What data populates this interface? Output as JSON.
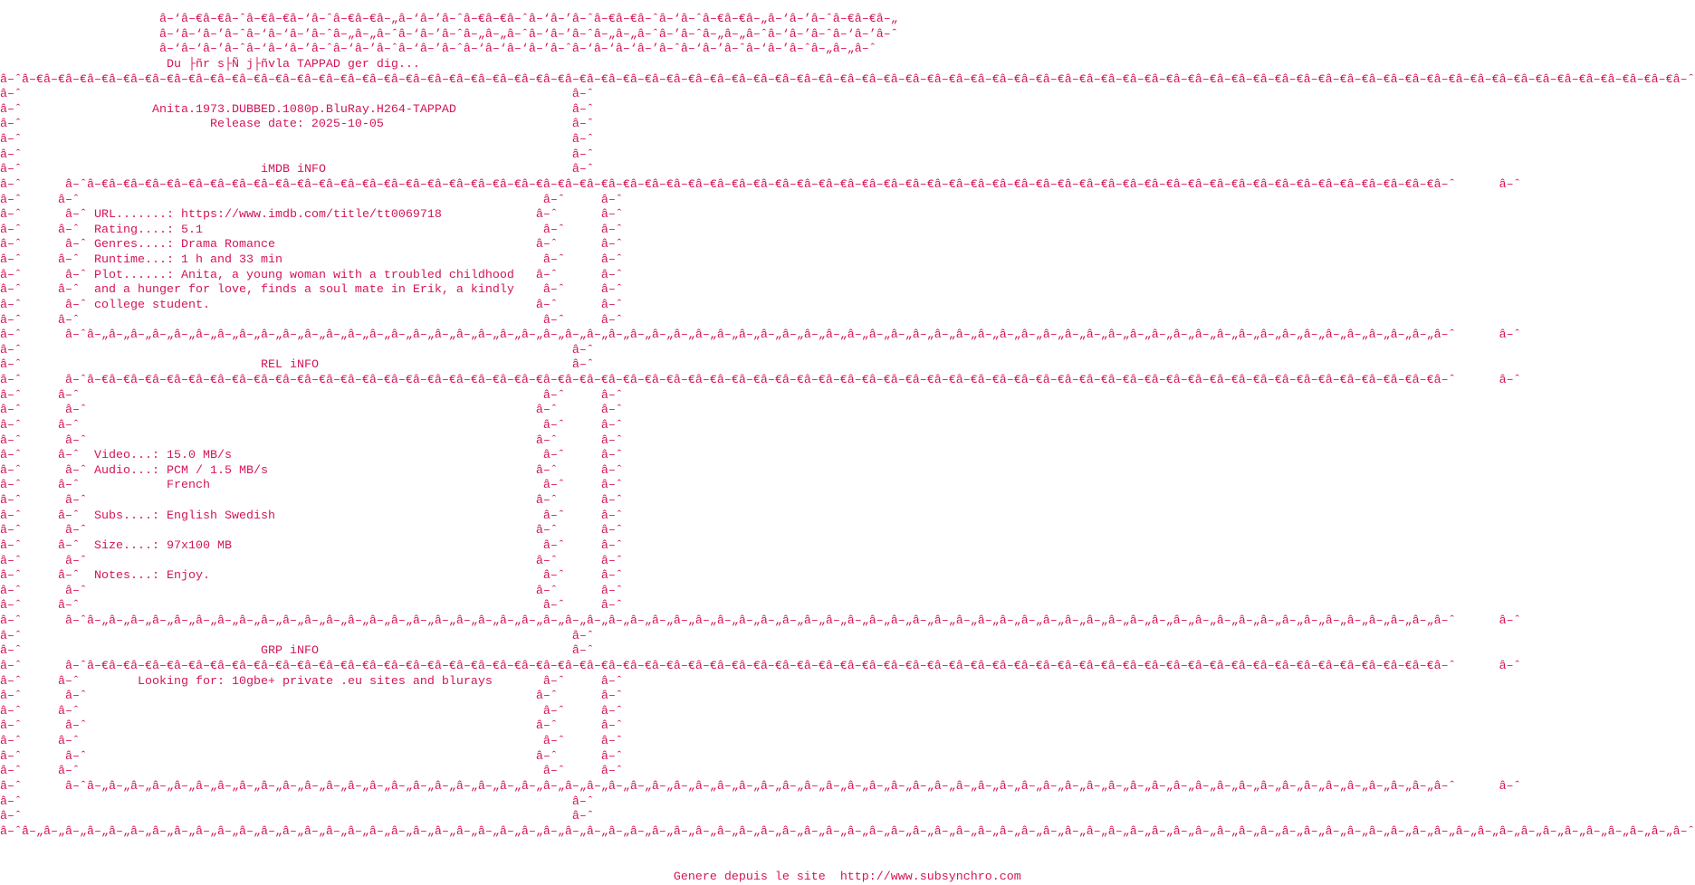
{
  "glyphs": {
    "block": "â–ˆ",
    "upper": "â–€",
    "lower": "â–„"
  },
  "logo": [
    "â–‘â–€â–€â–ˆâ–€â–€â–‘â–ˆâ–€â–€â–„â–‘â–’â–ˆâ–€â–€â–ˆâ–‘â–’â–ˆâ–€â–€â–ˆâ–‘â–ˆâ–€â–€â–„â–‘â–’â–ˆâ–€â–€â–„",
    "â–‘â–‘â–’â–ˆâ–‘â–‘â–’â–ˆâ–„â–„â–ˆâ–‘â–’â–ˆâ–„â–„â–ˆâ–‘â–’â–ˆâ–„â–„â–ˆâ–’â–ˆâ–„â–„â–ˆâ–‘â–’â–ˆâ–‘â–’â–ˆ",
    "â–‘â–‘â–’â–ˆâ–‘â–‘â–’â–ˆâ–‘â–’â–ˆâ–‘â–’â–ˆâ–‘â–‘â–‘â–’â–ˆâ–‘â–‘â–‘â–’â–ˆâ–‘â–’â–ˆâ–‘â–’â–ˆâ–„â–„â–ˆ"
  ],
  "tagline": "Du ├ñr s├Ñ j├ñvla TAPPAD ger dig...",
  "release": {
    "name": "Anita.1973.DUBBED.1080p.BluRay.H264-TAPPAD",
    "date": "Release date: 2025-10-05"
  },
  "imdb": {
    "heading": "iMDB iNFO",
    "url": {
      "label": "URL.......:",
      "value": "https://www.imdb.com/title/tt0069718"
    },
    "rating": {
      "label": "Rating....:",
      "value": "5.1"
    },
    "genres": {
      "label": "Genres....:",
      "value": "Drama Romance"
    },
    "runtime": {
      "label": "Runtime...:",
      "value": "1 h and 33 min"
    },
    "plot": {
      "label": "Plot......:",
      "lines": [
        "Anita, a young woman with a troubled childhood",
        "and a hunger for love, finds a soul mate in Erik, a kindly",
        "college student."
      ]
    }
  },
  "rel": {
    "heading": "REL iNFO",
    "video": {
      "label": "Video...:",
      "value": "15.0 MB/s"
    },
    "audio": {
      "label": "Audio...:",
      "value": "PCM / 1.5 MB/s",
      "extra": "French"
    },
    "subs": {
      "label": "Subs....:",
      "value": "English Swedish"
    },
    "size": {
      "label": "Size....:",
      "value": "97x100 MB"
    },
    "notes": {
      "label": "Notes...:",
      "value": "Enjoy."
    }
  },
  "grp": {
    "heading": "GRP iNFO",
    "looking_for": "Looking for: 10gbe+ private .eu sites and blurays"
  },
  "footer": {
    "text": "Genere depuis le site",
    "link": "http://www.subsynchro.com"
  }
}
